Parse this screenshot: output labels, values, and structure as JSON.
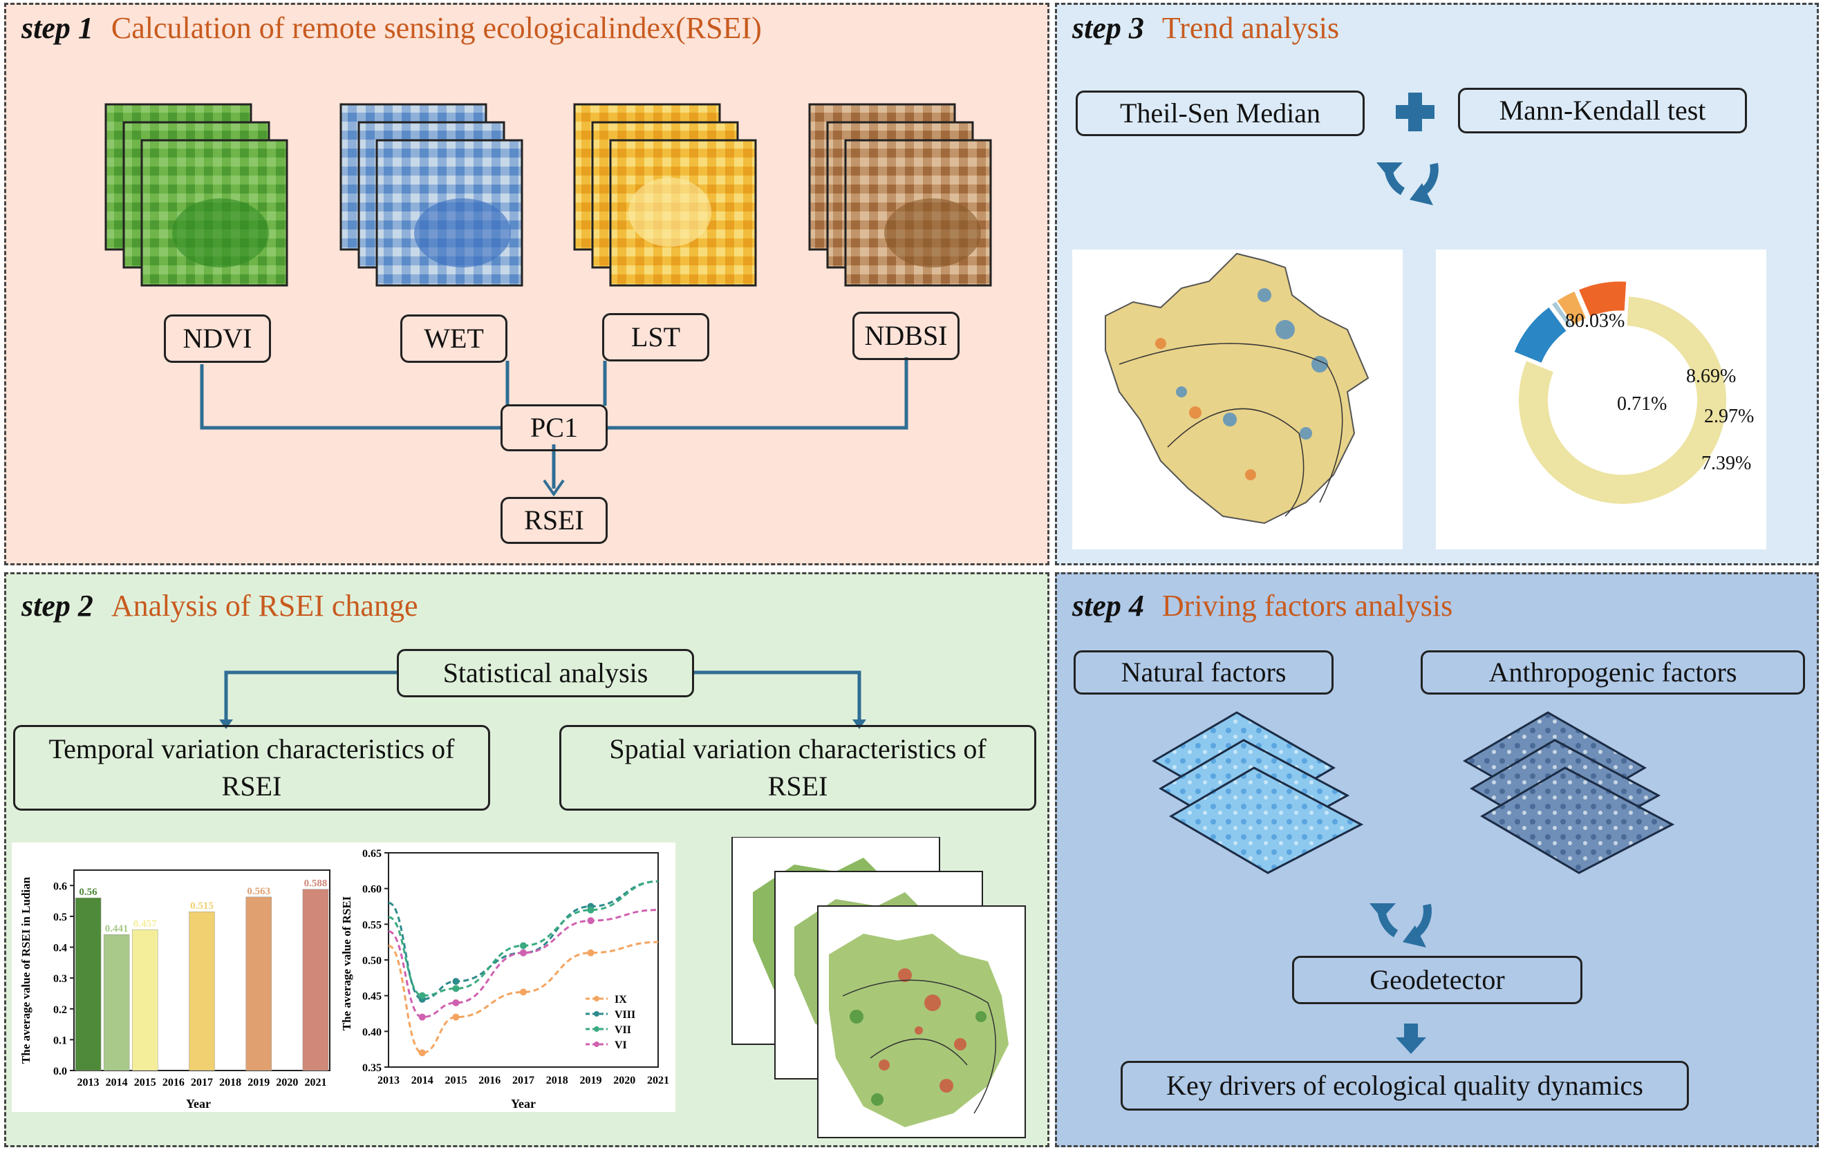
{
  "step1": {
    "step": "step 1",
    "title": "Calculation of remote sensing ecologicalindex(RSEI)",
    "nodes": [
      "NDVI",
      "WET",
      "LST",
      "NDBSI"
    ],
    "pc": "PC1",
    "result": "RSEI"
  },
  "step2": {
    "step": "step 2",
    "title": "Analysis of RSEI change",
    "root": "Statistical analysis",
    "temporal": "Temporal  variation characteristics of RSEI",
    "spatial": "Spatial  variation characteristics of RSEI",
    "bar_chart": {
      "type": "bar",
      "ylabel": "The average value of RSEI in Ludian",
      "xlabel": "Year",
      "categories": [
        "2013",
        "2014",
        "2015",
        "2016",
        "2017",
        "2018",
        "2019",
        "2020",
        "2021"
      ],
      "values": [
        0.56,
        0.441,
        0.457,
        null,
        0.515,
        null,
        0.563,
        null,
        0.588
      ],
      "labels": [
        "0.56",
        "0.441",
        "0.457",
        "",
        "0.515",
        "",
        "0.563",
        "",
        "0.588"
      ],
      "yticks": [
        "0.0",
        "0.1",
        "0.2",
        "0.3",
        "0.4",
        "0.5",
        "0.6"
      ],
      "ylim": [
        0,
        0.65
      ],
      "colors": [
        "#4f8a3a",
        "#a8c98a",
        "#f4ee9a",
        "#ffffff",
        "#f0d070",
        "#ffffff",
        "#e0a070",
        "#ffffff",
        "#d08878"
      ]
    },
    "line_chart": {
      "type": "line",
      "ylabel": "The average value of RSEI",
      "xlabel": "Year",
      "x": [
        "2013",
        "2014",
        "2015",
        "2016",
        "2017",
        "2018",
        "2019",
        "2020",
        "2021"
      ],
      "yticks": [
        "0.35",
        "0.40",
        "0.45",
        "0.50",
        "0.55",
        "0.60",
        "0.65"
      ],
      "ylim": [
        0.35,
        0.65
      ],
      "series": [
        {
          "name": "IX",
          "color": "#f4a460",
          "points": [
            [
              2013,
              0.52
            ],
            [
              2014,
              0.37
            ],
            [
              2015,
              0.42
            ],
            [
              2017,
              0.455
            ],
            [
              2019,
              0.51
            ],
            [
              2021,
              0.525
            ]
          ]
        },
        {
          "name": "VIII",
          "color": "#2e8b8b",
          "points": [
            [
              2013,
              0.58
            ],
            [
              2014,
              0.445
            ],
            [
              2015,
              0.47
            ],
            [
              2017,
              0.51
            ],
            [
              2019,
              0.575
            ],
            [
              2021,
              0.61
            ]
          ]
        },
        {
          "name": "VII",
          "color": "#3aaa80",
          "points": [
            [
              2013,
              0.56
            ],
            [
              2014,
              0.45
            ],
            [
              2015,
              0.46
            ],
            [
              2017,
              0.52
            ],
            [
              2019,
              0.57
            ],
            [
              2021,
              0.61
            ]
          ]
        },
        {
          "name": "VI",
          "color": "#d060b0",
          "points": [
            [
              2013,
              0.54
            ],
            [
              2014,
              0.42
            ],
            [
              2015,
              0.44
            ],
            [
              2017,
              0.51
            ],
            [
              2019,
              0.555
            ],
            [
              2021,
              0.57
            ]
          ]
        }
      ]
    }
  },
  "step3": {
    "step": "step 3",
    "title": "Trend analysis",
    "method1": "Theil-Sen Median",
    "method2": "Mann-Kendall test",
    "pie": {
      "type": "pie",
      "slices": [
        {
          "label": "80.03%",
          "value": 80.03,
          "color": "#ede3a2"
        },
        {
          "label": "8.69%",
          "value": 8.69,
          "color": "#2a86c5"
        },
        {
          "label": "0.71%",
          "value": 0.71,
          "color": "#a9c9d8"
        },
        {
          "label": "2.97%",
          "value": 2.97,
          "color": "#f3ac54"
        },
        {
          "label": "7.39%",
          "value": 7.39,
          "color": "#ee6627"
        }
      ]
    }
  },
  "step4": {
    "step": "step 4",
    "title": "Driving factors analysis",
    "natural": "Natural factors",
    "anthropogenic": "Anthropogenic factors",
    "geodetector": "Geodetector",
    "result": "Key drivers of ecological quality dynamics"
  }
}
